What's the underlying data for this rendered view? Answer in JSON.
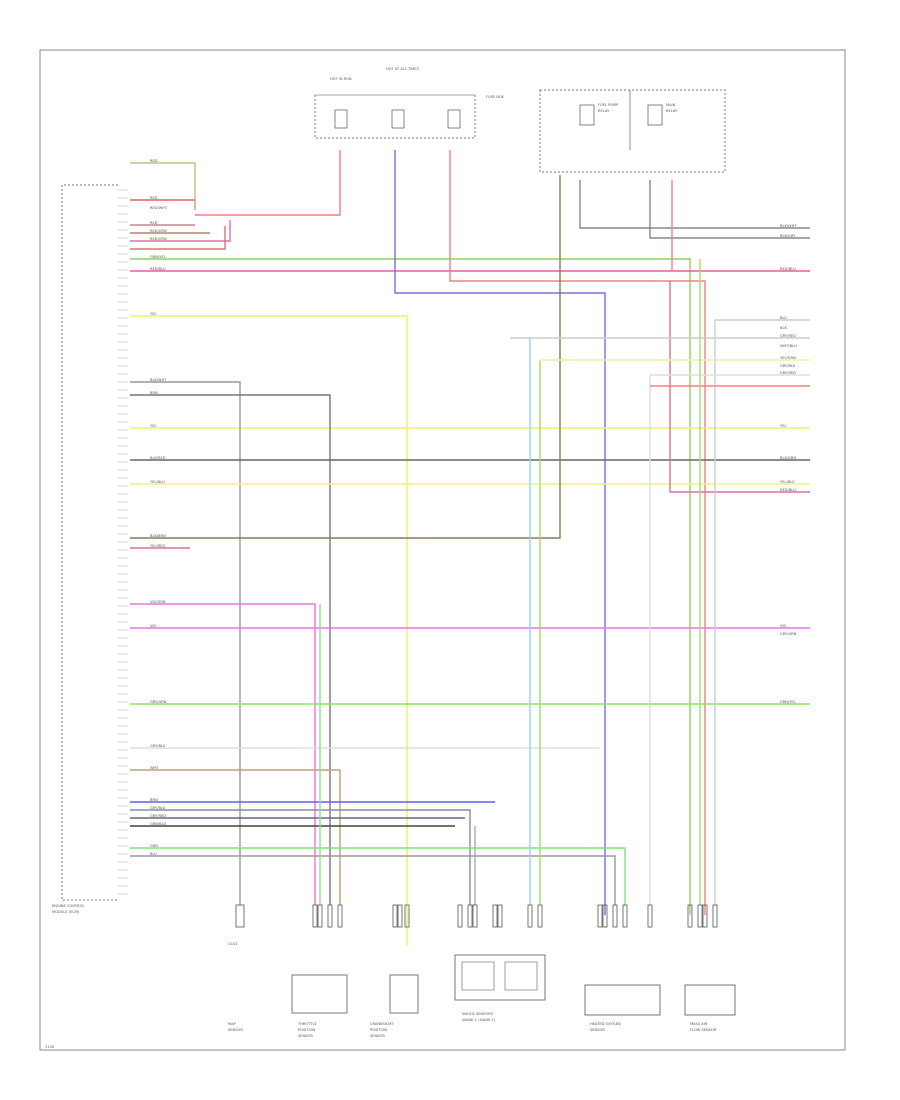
{
  "title": "",
  "modules": {
    "ecm": {
      "label_lines": [
        "ENGINE CONTROL",
        "MODULE (ECM)"
      ]
    },
    "fuse_box": {
      "label_lines": [
        "HOT AT ALL TIMES",
        "HOT IN RUN",
        "FUSE BOX"
      ]
    },
    "relays": {
      "label_lines": [
        "FUEL PUMP",
        "RELAY",
        "MAIN",
        "RELAY"
      ]
    },
    "ground": {
      "label": "G101"
    },
    "sensors": [
      {
        "name": "throttle",
        "label_lines": [
          "THROTTLE",
          "POSITION",
          "SENSOR"
        ]
      },
      {
        "name": "crank",
        "label_lines": [
          "CRANKSHAFT",
          "POSITION",
          "SENSOR"
        ]
      },
      {
        "name": "knock",
        "label_lines": [
          "KNOCK SENSORS",
          "(BANK 1 / BANK 2)"
        ]
      },
      {
        "name": "heated-o2",
        "label_lines": [
          "HEATED OXYGEN",
          "SENSOR"
        ]
      },
      {
        "name": "maf",
        "label_lines": [
          "MASS AIR",
          "FLOW SENSOR"
        ]
      },
      {
        "name": "map",
        "label_lines": [
          "MAP",
          "SENSOR"
        ]
      }
    ]
  },
  "wire_labels": {
    "left": [
      "RED",
      "RED",
      "RED/WHT",
      "RED",
      "RED/GRN",
      "RED/GRN",
      "GRN/YEL",
      "RED/BLU",
      "YEL",
      "BLK/WHT",
      "BRN",
      "YEL",
      "BLK/RED",
      "YEL/BLU",
      "BLK/BRN",
      "YEL/RED",
      "VIO/GRN",
      "VIO",
      "GRY/GRN",
      "GRY/BLU",
      "WHT",
      "BRN",
      "GRY/BLU",
      "GRY/RED",
      "GRN/BLU",
      "GRN",
      "BLU"
    ],
    "right": [
      "BLK/WHT",
      "BLK/GRY",
      "RED/BLU",
      "BLU",
      "BLK",
      "GRY/RED",
      "WHT/BLU",
      "YEL/GRN",
      "GRY/BLK",
      "GRY/RED",
      "YEL",
      "BLK/GRN",
      "YEL/BLU",
      "RED/BLU",
      "VIO",
      "GRY/GRN",
      "GRN/YEL"
    ]
  },
  "footer_code": "1100"
}
